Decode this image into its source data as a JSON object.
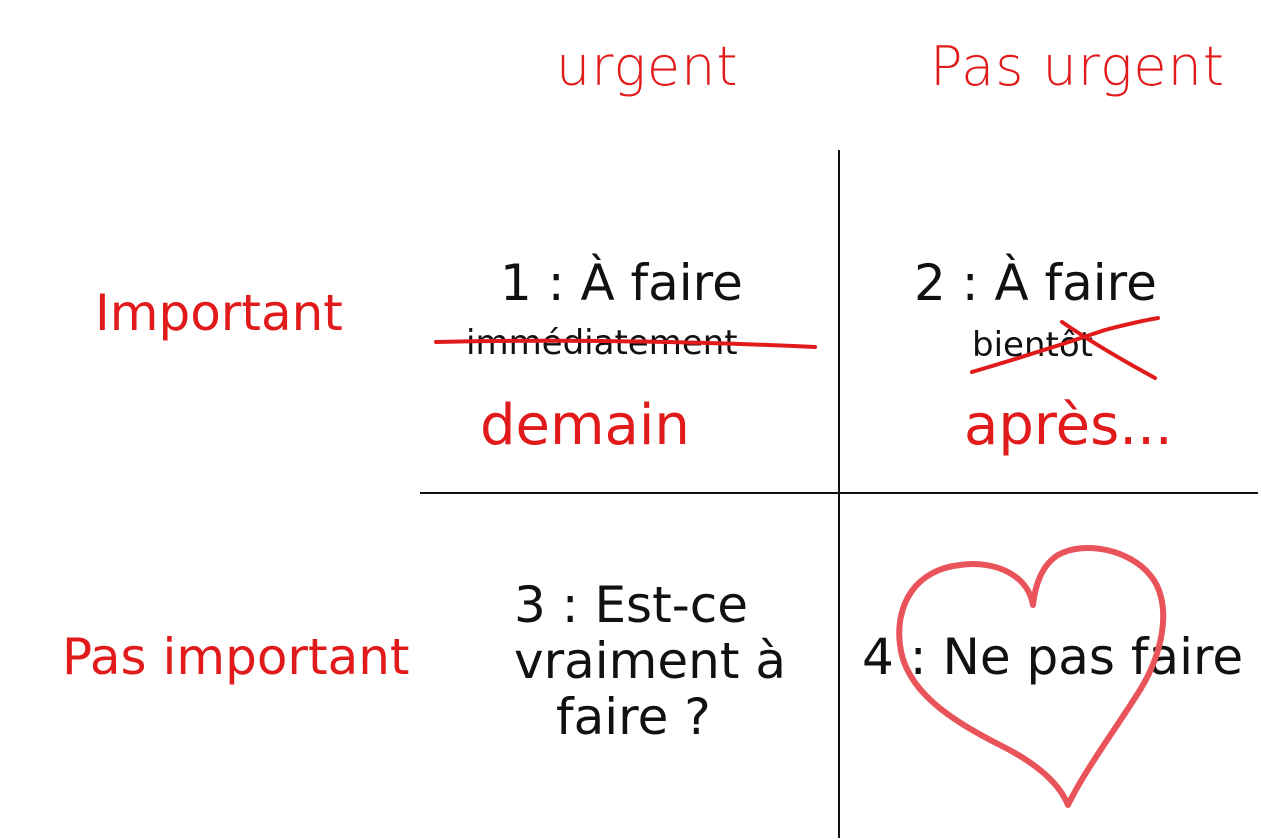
{
  "columns": {
    "urgent": "urgent",
    "not_urgent": "Pas urgent"
  },
  "rows": {
    "important": "Important",
    "not_important": "Pas important"
  },
  "quadrants": {
    "q1": {
      "title": "1 : À faire",
      "crossed": "immédiatement",
      "correction": "demain"
    },
    "q2": {
      "title": "2 : À faire",
      "crossed": "bientôt",
      "correction": "après..."
    },
    "q3": {
      "line1": "3 : Est-ce",
      "line2": "vraiment à",
      "line3": "faire ?"
    },
    "q4": {
      "title": "4 : Ne pas faire"
    }
  },
  "colors": {
    "annotation": "#e11b1b",
    "ink": "#111111",
    "heart": "#e8545a"
  }
}
